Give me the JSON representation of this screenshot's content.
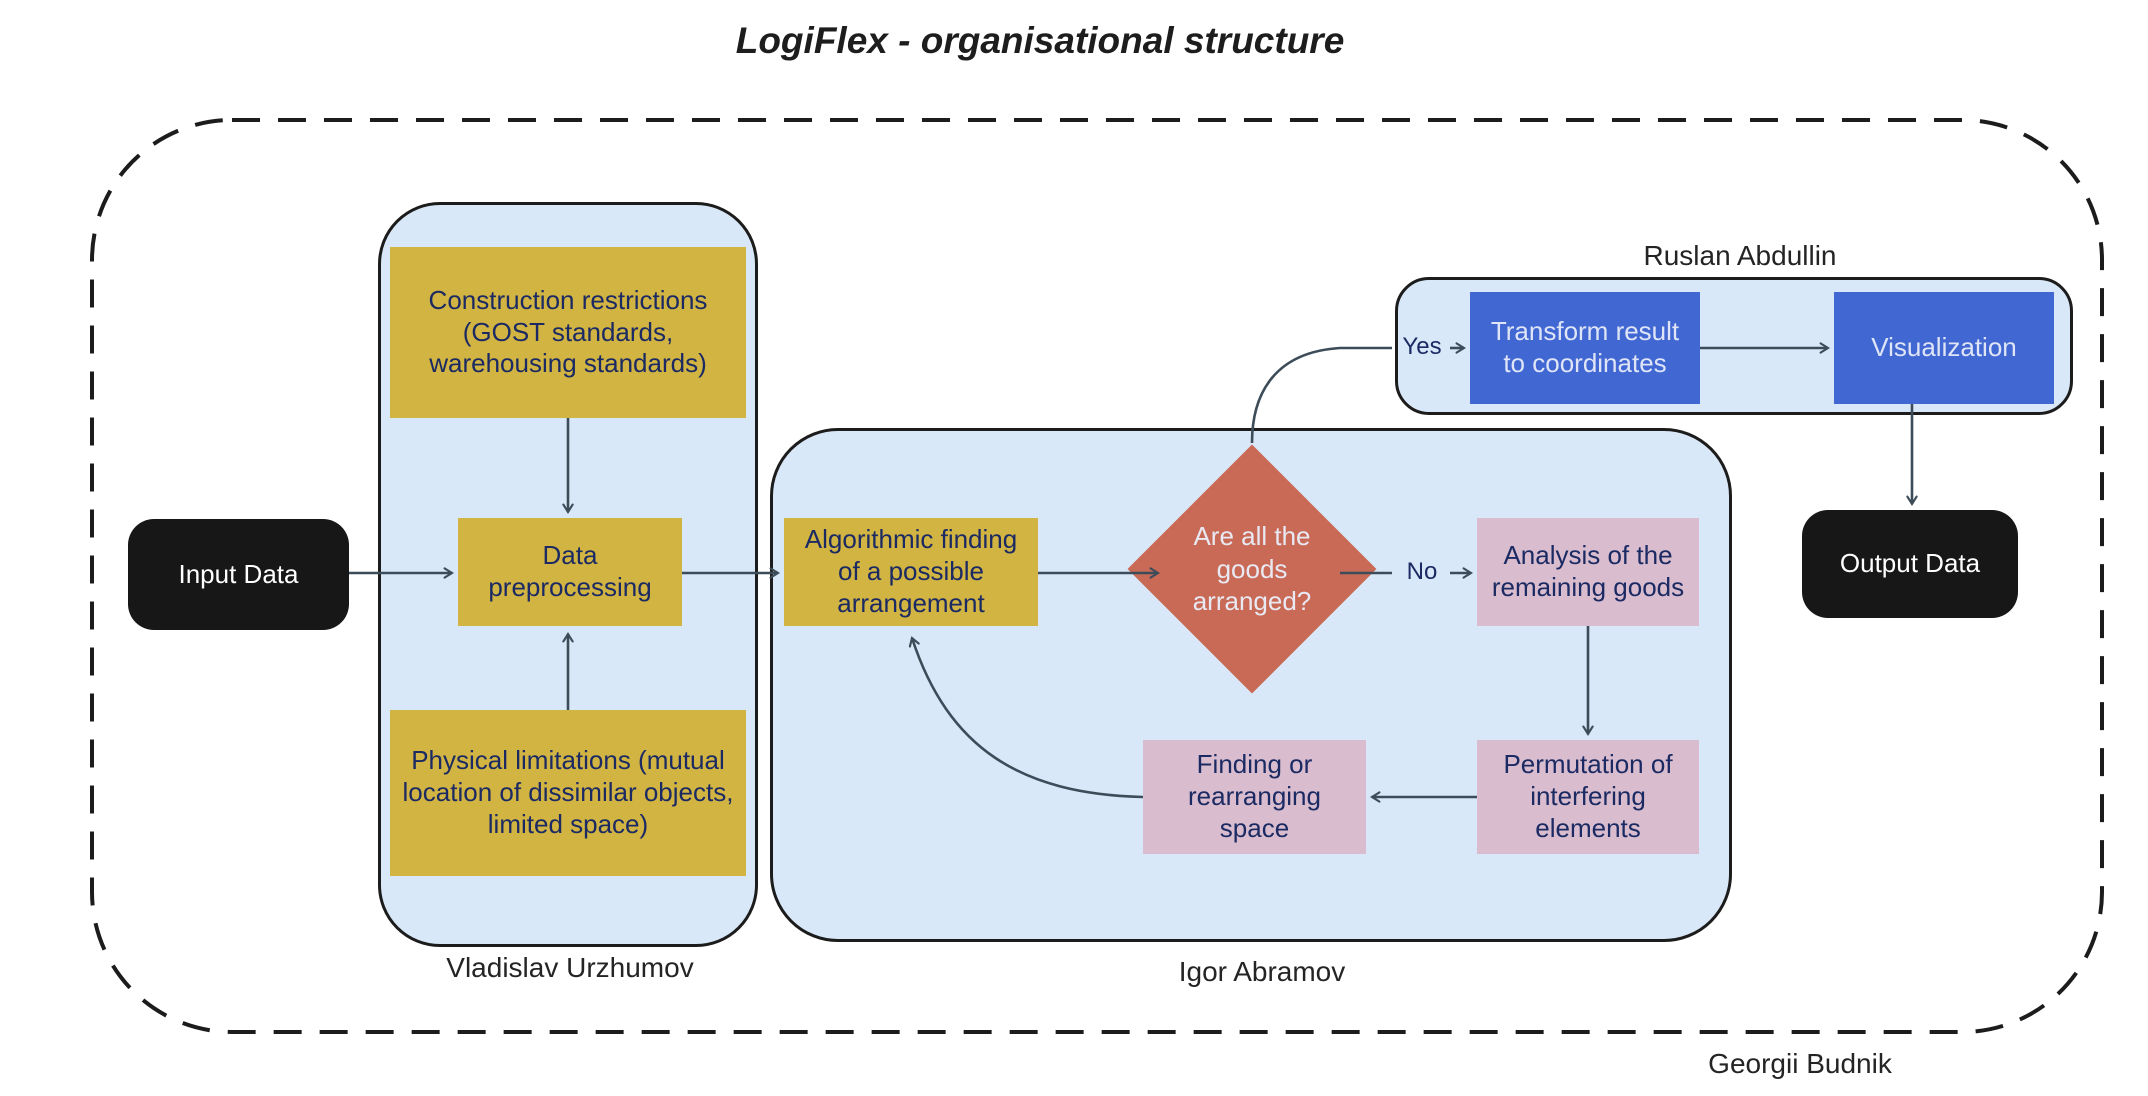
{
  "title": "LogiFlex - organisational structure",
  "terminals": {
    "input": "Input Data",
    "output": "Output Data"
  },
  "groups": {
    "vladislav": {
      "owner": "Vladislav Urzhumov",
      "nodes": {
        "construction": "Construction restrictions\n(GOST standards,\nwarehousing standards)",
        "preprocessing": "Data\npreprocessing",
        "physical": "Physical limitations (mutual\nlocation of dissimilar objects,\nlimited space)"
      }
    },
    "igor": {
      "owner": "Igor Abramov",
      "nodes": {
        "algorithmic": "Algorithmic finding\nof a possible\narrangement",
        "decision": "Are all the\ngoods\narranged?",
        "analysis": "Analysis of the\nremaining goods",
        "permutation": "Permutation of\ninterfering\nelements",
        "finding": "Finding or\nrearranging\nspace"
      }
    },
    "ruslan": {
      "owner": "Ruslan Abdullin",
      "nodes": {
        "transform": "Transform result\nto coordinates",
        "visualization": "Visualization"
      }
    },
    "outer": {
      "owner": "Georgii Budnik"
    }
  },
  "edge_labels": {
    "yes": "Yes",
    "no": "No"
  },
  "colors": {
    "process_yellow": "#d2b442",
    "process_pink": "#d9bdce",
    "process_blue": "#4168d2",
    "decision_salmon": "#c96a57",
    "container_blue": "#d9e8f8",
    "terminal_black": "#171717",
    "navy_text": "#1b2a63",
    "arrow": "#3c4c59",
    "border": "#1c1c1c"
  }
}
